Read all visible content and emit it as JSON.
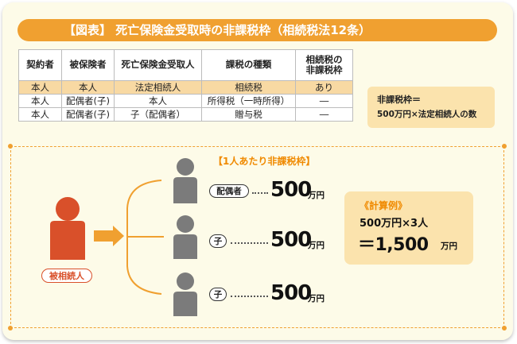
{
  "title": "【図表】 死亡保険金受取時の非課税枠（相続税法12条）",
  "table": {
    "headers": [
      {
        "line1": "契約者",
        "line2": ""
      },
      {
        "line1": "被保険者",
        "line2": ""
      },
      {
        "line1": "死亡保険金受取人",
        "line2": ""
      },
      {
        "line1": "課税の種類",
        "line2": ""
      },
      {
        "line1": "相続税の",
        "line2": "非課税枠"
      }
    ],
    "rows": [
      [
        "本人",
        "本人",
        "法定相続人",
        "相続税",
        "あり"
      ],
      [
        "本人",
        "配偶者(子)",
        "本人",
        "所得税（一時所得）",
        "―"
      ],
      [
        "本人",
        "配偶者(子)",
        "子（配偶者）",
        "贈与税",
        "―"
      ]
    ]
  },
  "rule": {
    "line1": "非課税枠＝",
    "line2": "500万円×法定相続人の数"
  },
  "diagram": {
    "per_person_label": "【1人あたり非課税枠】",
    "deceased_label": "被相続人",
    "heirs": [
      {
        "tag": "配偶者",
        "amount": "500",
        "unit": "万円"
      },
      {
        "tag": "子",
        "amount": "500",
        "unit": "万円"
      },
      {
        "tag": "子",
        "amount": "500",
        "unit": "万円"
      }
    ]
  },
  "calc": {
    "title": "《計算例》",
    "formula": "500万円×3人",
    "result": "＝1,500",
    "unit": "万円"
  },
  "colors": {
    "accent_orange": "#f0a030",
    "highlight_row": "#f8d9a3",
    "box_fill": "#fbe3ad",
    "deceased_red": "#d9502a",
    "heir_gray": "#7b7b7b",
    "background": "#fdfbe8"
  }
}
